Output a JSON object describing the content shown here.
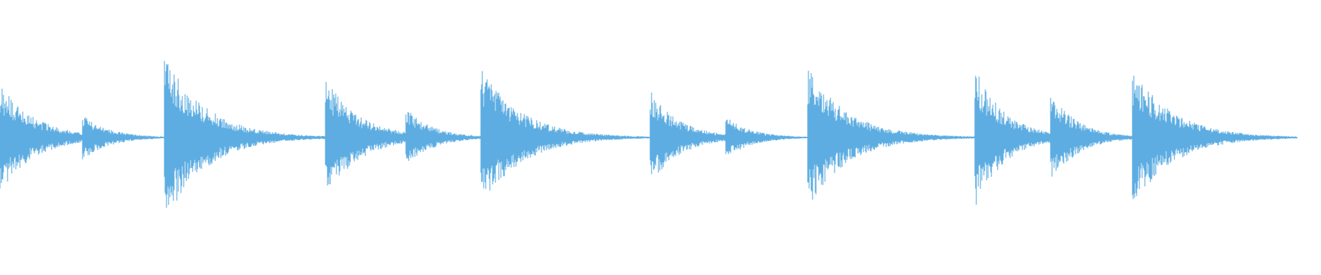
{
  "waveform": {
    "color": "#5DADE2",
    "hits": [
      {
        "t": 0.0,
        "amp": 0.4,
        "decay": 0.026
      },
      {
        "t": 0.062,
        "amp": 0.17,
        "decay": 0.02
      },
      {
        "t": 0.124,
        "amp": 0.64,
        "decay": 0.03
      },
      {
        "t": 0.246,
        "amp": 0.44,
        "decay": 0.026
      },
      {
        "t": 0.307,
        "amp": 0.22,
        "decay": 0.02
      },
      {
        "t": 0.364,
        "amp": 0.52,
        "decay": 0.03
      },
      {
        "t": 0.492,
        "amp": 0.35,
        "decay": 0.022
      },
      {
        "t": 0.549,
        "amp": 0.16,
        "decay": 0.019
      },
      {
        "t": 0.611,
        "amp": 0.52,
        "decay": 0.03
      },
      {
        "t": 0.738,
        "amp": 0.52,
        "decay": 0.022
      },
      {
        "t": 0.795,
        "amp": 0.34,
        "decay": 0.02
      },
      {
        "t": 0.857,
        "amp": 0.52,
        "decay": 0.03
      }
    ],
    "end": 0.982,
    "baseline": 0.006
  }
}
